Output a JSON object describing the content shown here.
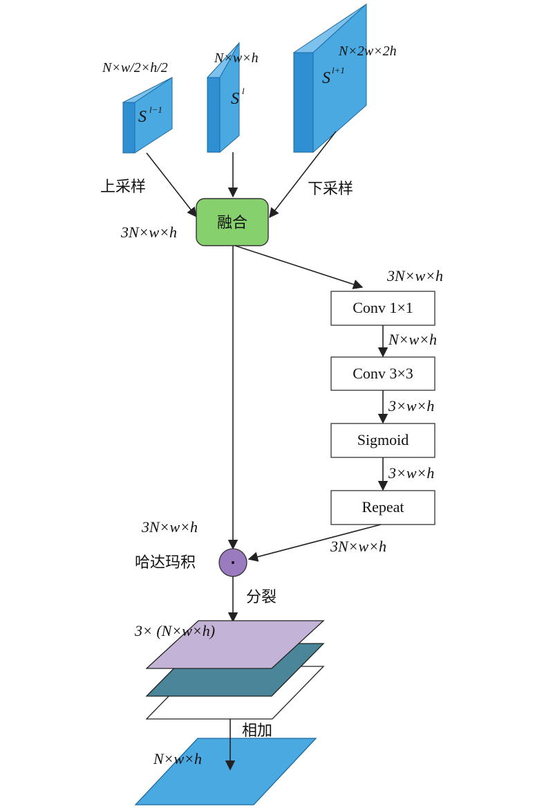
{
  "feature_maps": {
    "left": {
      "label": "N×w/2×h/2",
      "name": "S",
      "sup": "l−1"
    },
    "mid": {
      "label": "N×w×h",
      "name": "S",
      "sup": "l"
    },
    "right": {
      "label": "N×2w×2h",
      "name": "S",
      "sup": "l+1"
    }
  },
  "operations": {
    "upsample": "上采样",
    "downsample": "下采样",
    "fuse": "融合",
    "hadamard": "哈达玛积",
    "split": "分裂",
    "add": "相加"
  },
  "blocks": {
    "conv1": "Conv 1×1",
    "conv3": "Conv 3×3",
    "sigmoid": "Sigmoid",
    "repeat": "Repeat"
  },
  "dims": {
    "fuse_out": "3N×w×h",
    "conv1_in": "3N×w×h",
    "conv1_out": "N×w×h",
    "conv3_out": "3×w×h",
    "sigmoid_out": "3×w×h",
    "repeat_out": "3N×w×h",
    "main_branch": "3N×w×h",
    "split_out": "3× (N×w×h)",
    "final_out": "N×w×h"
  },
  "colors": {
    "feature_front": "#4aa9e0",
    "feature_side": "#2f8fd0",
    "fuse_fill": "#86d16d",
    "hadamard_fill": "#9b7bbf",
    "split_top": "#c3b3d6",
    "split_mid": "#4a8599",
    "output_fill": "#4aa9e0"
  }
}
